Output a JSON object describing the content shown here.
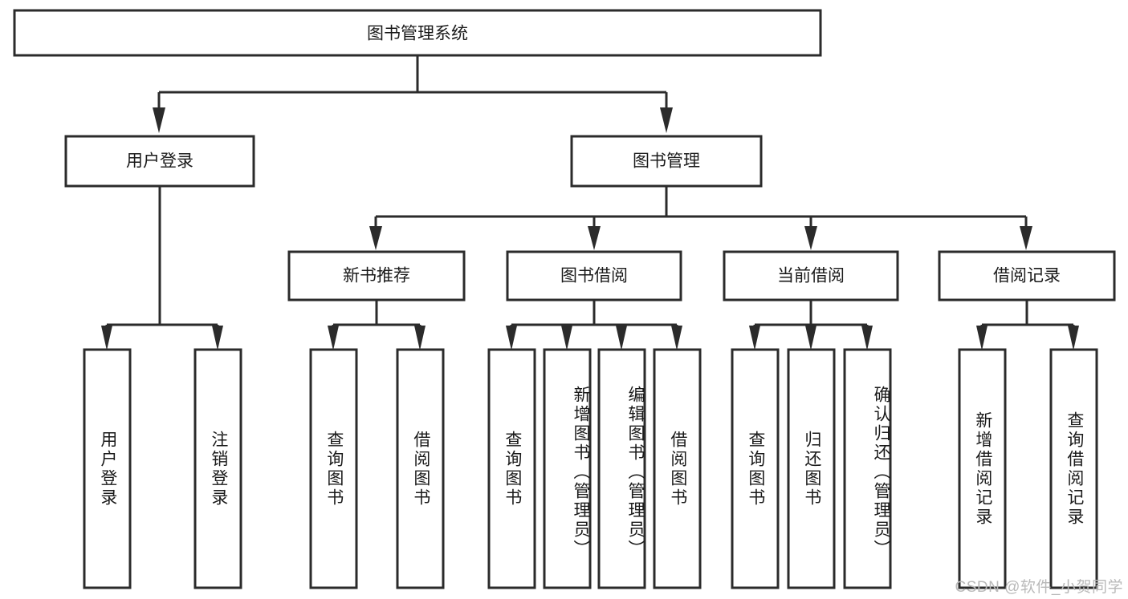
{
  "diagram": {
    "type": "tree",
    "title": "图书管理系统",
    "watermark": "CSDN @软件_小贺同学",
    "colors": {
      "stroke": "#2b2b2b",
      "fill": "#ffffff",
      "text": "#1a1a1a",
      "watermark": "#b9b9b9"
    },
    "levels": {
      "root": {
        "label": "图书管理系统"
      },
      "level2": [
        {
          "id": "user-login",
          "label": "用户登录"
        },
        {
          "id": "book-management",
          "label": "图书管理"
        }
      ],
      "level3": [
        {
          "id": "new-book-recommend",
          "label": "新书推荐"
        },
        {
          "id": "book-borrow",
          "label": "图书借阅"
        },
        {
          "id": "current-borrow",
          "label": "当前借阅"
        },
        {
          "id": "borrow-record",
          "label": "借阅记录"
        }
      ],
      "leaves": {
        "user-login": [
          {
            "id": "leaf-user-login",
            "label": "用户登录"
          },
          {
            "id": "leaf-logout-login",
            "label": "注销登录"
          }
        ],
        "new-book-recommend": [
          {
            "id": "leaf-query-book-1",
            "label": "查询图书"
          },
          {
            "id": "leaf-borrow-book-1",
            "label": "借阅图书"
          }
        ],
        "book-borrow": [
          {
            "id": "leaf-query-book-2",
            "label": "查询图书"
          },
          {
            "id": "leaf-add-book",
            "label": "新增图书（管理员）"
          },
          {
            "id": "leaf-edit-book",
            "label": "编辑图书（管理员）"
          },
          {
            "id": "leaf-borrow-book-2",
            "label": "借阅图书"
          }
        ],
        "current-borrow": [
          {
            "id": "leaf-query-book-3",
            "label": "查询图书"
          },
          {
            "id": "leaf-return-book",
            "label": "归还图书"
          },
          {
            "id": "leaf-confirm-return",
            "label": "确认归还（管理员）"
          }
        ],
        "borrow-record": [
          {
            "id": "leaf-add-record",
            "label": "新增借阅记录"
          },
          {
            "id": "leaf-query-record",
            "label": "查询借阅记录"
          }
        ]
      }
    }
  }
}
